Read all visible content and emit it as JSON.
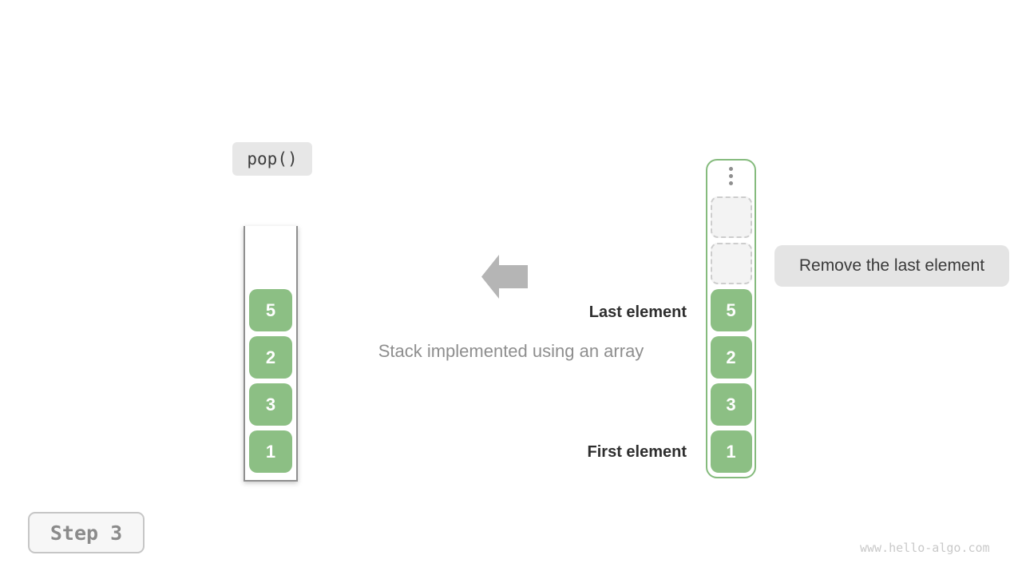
{
  "operation_label": "pop()",
  "caption": "Stack implemented using an array",
  "markers": {
    "last": "Last element",
    "first": "First element"
  },
  "annotation": "Remove the last element",
  "step_label": "Step 3",
  "watermark": "www.hello-algo.com",
  "stack_view": {
    "values": [
      "5",
      "2",
      "3",
      "1"
    ]
  },
  "array_view": {
    "empty_slots": 2,
    "values": [
      "5",
      "2",
      "3",
      "1"
    ]
  },
  "colors": {
    "green_fill": "#8cbf84",
    "green_border": "#85bb7d",
    "gray_label_bg": "#e7e7e7",
    "annotation_bg": "#e4e4e4",
    "arrow": "#b5b5b5"
  }
}
